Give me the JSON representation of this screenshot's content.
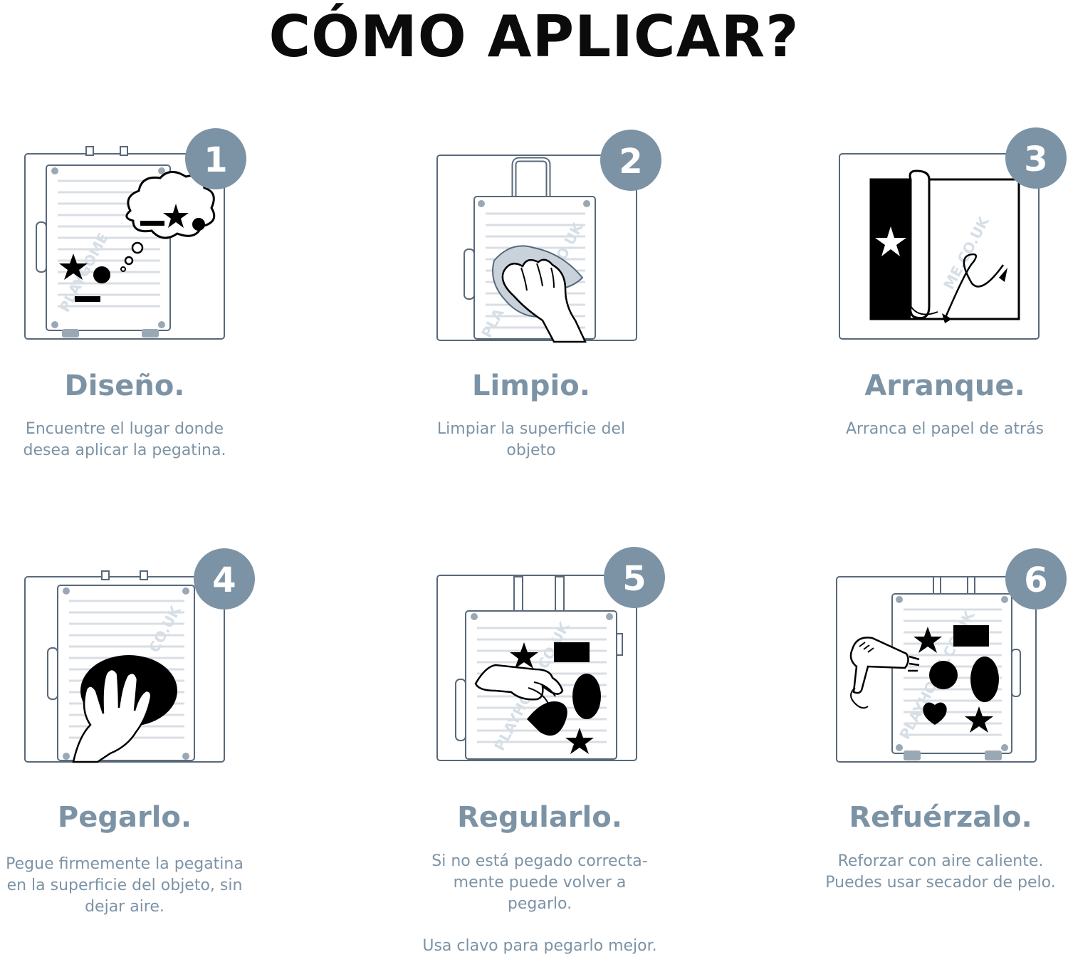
{
  "page": {
    "title": "CÓMO APLICAR?"
  },
  "colors": {
    "accent": "#7c93a6",
    "title": "#0b0b0b",
    "outline": "#58697a",
    "sticker": "#000000"
  },
  "steps": [
    {
      "number": "1",
      "title": "Diseño.",
      "description": "Encuentre el lugar donde\ndesea aplicar la pegatina.",
      "watermark": "PLAYGOME",
      "icon": "suitcase-thought-bubble-icon"
    },
    {
      "number": "2",
      "title": "Limpio.",
      "description": "Limpiar la superficie del\nobjeto",
      "watermark": "PLA",
      "icon": "hand-wiping-cloth-icon"
    },
    {
      "number": "3",
      "title": "Arranque.",
      "description": "Arranca el papel de atrás",
      "watermark": "ME.CO.UK",
      "icon": "peel-backing-paper-icon"
    },
    {
      "number": "4",
      "title": "Pegarlo.",
      "description": "Pegue firmemente la pegatina\nen la superficie del objeto, sin\ndejar aire.",
      "watermark": "CO.UK",
      "icon": "hand-pressing-sticker-icon"
    },
    {
      "number": "5",
      "title": "Regularlo.",
      "description": "Si no está pegado correcta-\nmente puede volver a\npegarlo.",
      "extra": "Usa clavo para pegarlo mejor.",
      "watermark": "PLAYHOME.CO.UK",
      "icon": "hand-smoothing-sticker-icon"
    },
    {
      "number": "6",
      "title": "Refuérzalo.",
      "description": "Reforzar con aire caliente.\nPuedes usar secador de pelo.",
      "watermark": "PLAYHOME.CO.UK",
      "icon": "hair-dryer-icon"
    }
  ]
}
